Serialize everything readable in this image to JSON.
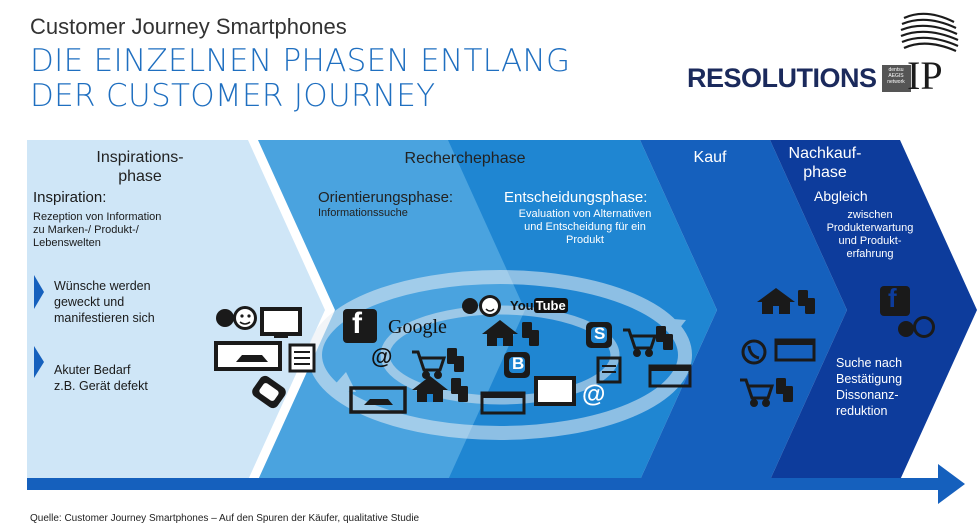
{
  "header": {
    "subtitle": "Customer Journey Smartphones",
    "headline_line1": "DIE EINZELNEN PHASEN ENTLANG",
    "headline_line2": "DER CUSTOMER JOURNEY"
  },
  "logos": {
    "resolutions": "RESOLUTIONS",
    "resolutions_badge": "dentsu AEGIS network",
    "ip": "IP"
  },
  "phases": {
    "inspiration": {
      "title_line1": "Inspirations-",
      "title_line2": "phase",
      "sub_title": "Inspiration:",
      "sub_text_line1": "Rezeption von Information",
      "sub_text_line2": "zu Marken-/ Produkt-/",
      "sub_text_line3": "Lebenswelten",
      "bullet1_line1": "Wünsche werden",
      "bullet1_line2": "geweckt und",
      "bullet1_line3": "manifestieren sich",
      "bullet2_line1": "Akuter Bedarf",
      "bullet2_line2": "z.B. Gerät defekt"
    },
    "research": {
      "title": "Recherchephase",
      "orientation_title": "Orientierungsphase:",
      "orientation_text": "Informationssuche",
      "decision_title": "Entscheidungsphase:",
      "decision_line1": "Evaluation von Alternativen",
      "decision_line2": "und Entscheidung für ein",
      "decision_line3": "Produkt"
    },
    "purchase": {
      "title": "Kauf"
    },
    "postpurchase": {
      "title_line1": "Nachkauf-",
      "title_line2": "phase",
      "compare_title": "Abgleich",
      "compare_line1": "zwischen",
      "compare_line2": "Produkterwartung",
      "compare_line3": "und Produkt-",
      "compare_line4": "erfahrung",
      "search_line1": "Suche nach",
      "search_line2": "Bestätigung",
      "search_line3": "Dissonanz-",
      "search_line4": "reduktion"
    }
  },
  "brands": {
    "google": "Google",
    "youtube_you": "You",
    "youtube_tube": "Tube",
    "facebook": "f",
    "at": "@",
    "skype": "S",
    "blog": "B"
  },
  "colors": {
    "inspiration": "#cfe6f7",
    "orientation": "#4aa3df",
    "decision": "#1f86d2",
    "purchase": "#1560bd",
    "postpurchase": "#0d3c9c",
    "headline": "#1f6fc0",
    "timeline": "#1560bd"
  },
  "footer": {
    "source": "Quelle:  Customer Journey Smartphones – Auf den Spuren der Käufer, qualitative Studie"
  }
}
